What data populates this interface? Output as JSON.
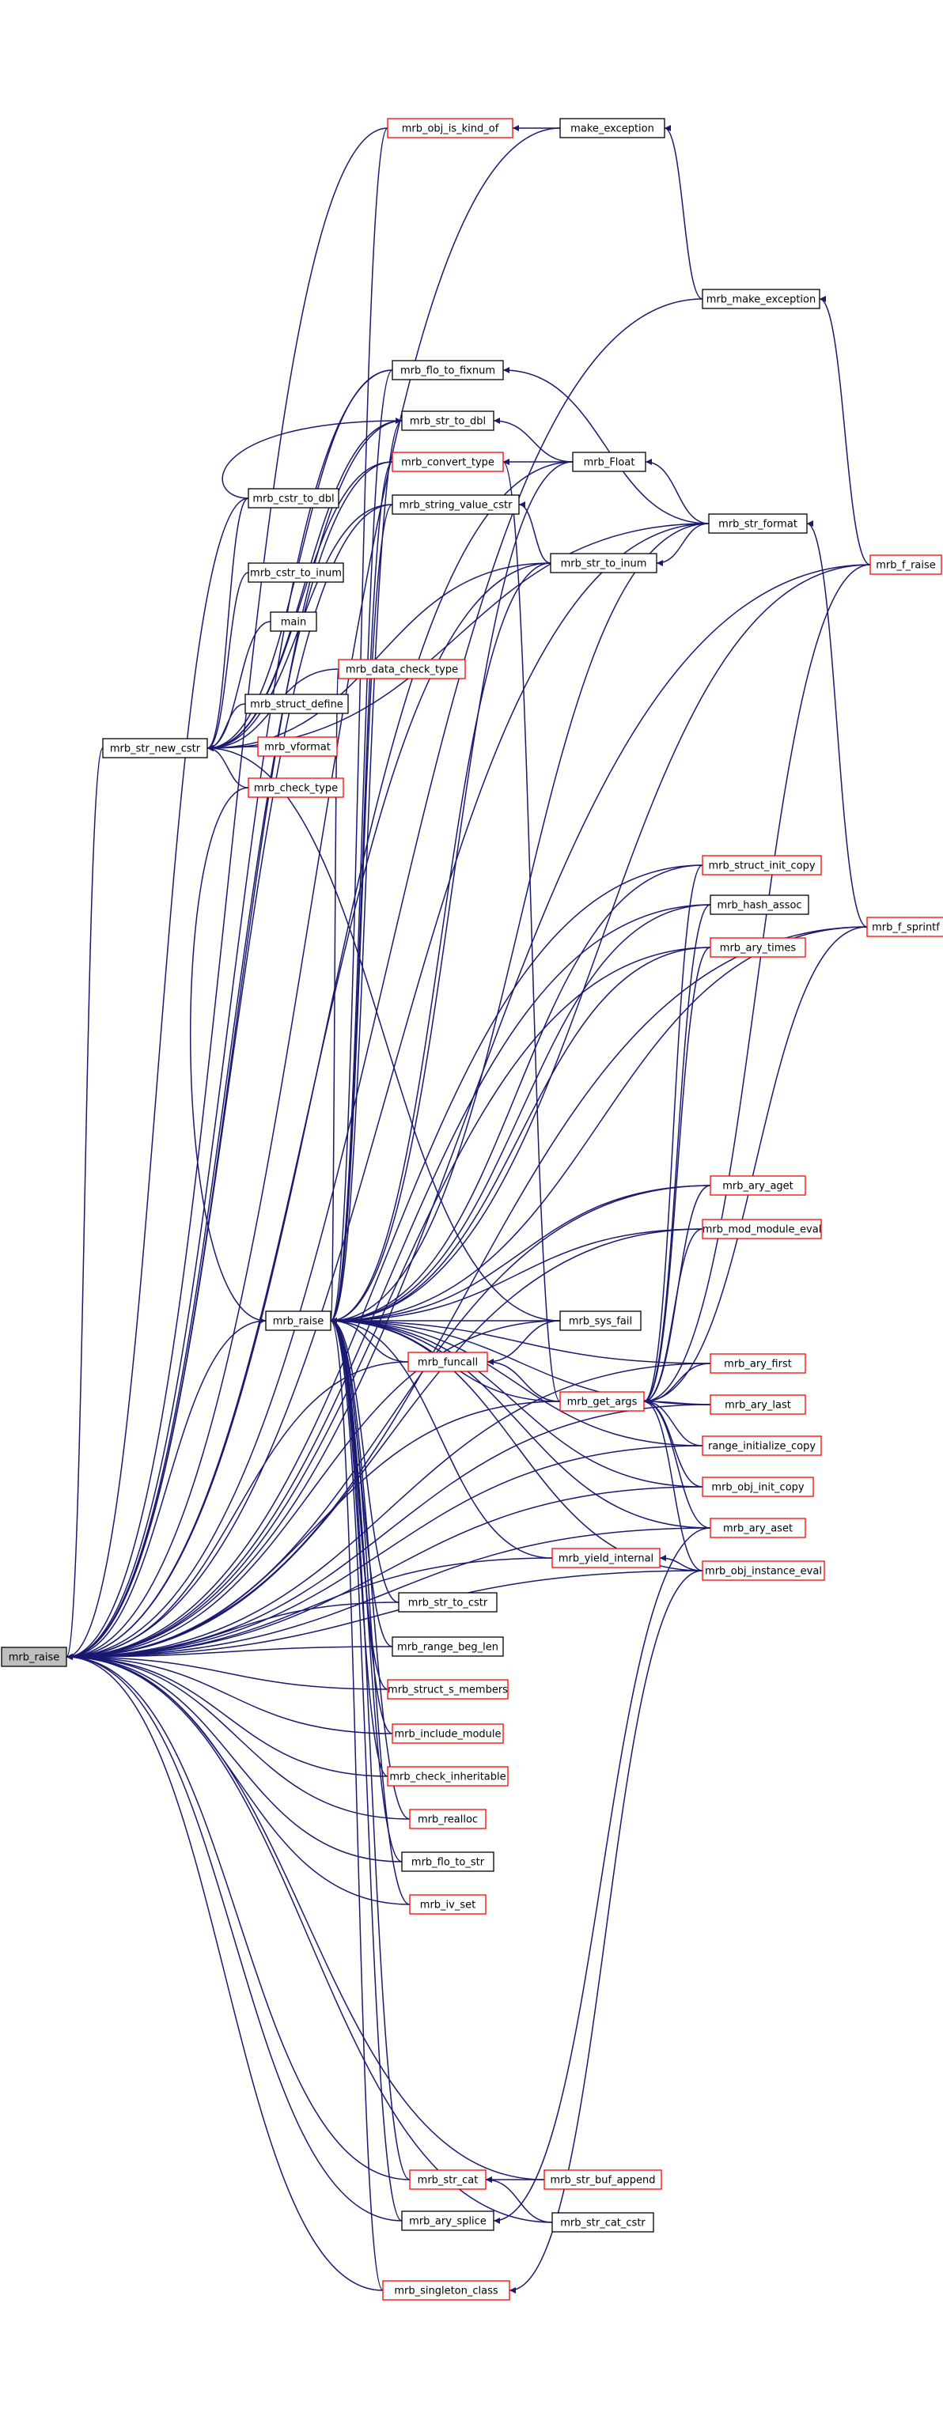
{
  "colors": {
    "edge": "#191970",
    "link_border": "#ff0000",
    "plain_border": "#000000",
    "focus_fill": "#bfbfbf",
    "node_fill": "#ffffff"
  },
  "graph": {
    "focus_node": "mrb_raise",
    "nodes": [
      {
        "id": "mrb_raise",
        "label": "mrb_raise",
        "style": "focus"
      },
      {
        "id": "mrb_str_new_cstr",
        "label": "mrb_str_new_cstr",
        "style": "plain"
      },
      {
        "id": "mrb_raise2",
        "label": "mrb_raise",
        "style": "plain"
      },
      {
        "id": "mrb_obj_is_kind_of",
        "label": "mrb_obj_is_kind_of",
        "style": "link"
      },
      {
        "id": "make_exception",
        "label": "make_exception",
        "style": "plain"
      },
      {
        "id": "mrb_make_exception",
        "label": "mrb_make_exception",
        "style": "plain"
      },
      {
        "id": "mrb_flo_to_fixnum",
        "label": "mrb_flo_to_fixnum",
        "style": "plain"
      },
      {
        "id": "mrb_str_to_dbl",
        "label": "mrb_str_to_dbl",
        "style": "plain"
      },
      {
        "id": "mrb_convert_type",
        "label": "mrb_convert_type",
        "style": "link"
      },
      {
        "id": "mrb_Float",
        "label": "mrb_Float",
        "style": "plain"
      },
      {
        "id": "mrb_cstr_to_dbl",
        "label": "mrb_cstr_to_dbl",
        "style": "plain"
      },
      {
        "id": "mrb_string_value_cstr",
        "label": "mrb_string_value_cstr",
        "style": "plain"
      },
      {
        "id": "mrb_str_to_inum",
        "label": "mrb_str_to_inum",
        "style": "plain"
      },
      {
        "id": "mrb_str_format",
        "label": "mrb_str_format",
        "style": "plain"
      },
      {
        "id": "mrb_f_raise",
        "label": "mrb_f_raise",
        "style": "link"
      },
      {
        "id": "mrb_cstr_to_inum",
        "label": "mrb_cstr_to_inum",
        "style": "plain"
      },
      {
        "id": "main",
        "label": "main",
        "style": "plain"
      },
      {
        "id": "mrb_data_check_type",
        "label": "mrb_data_check_type",
        "style": "link"
      },
      {
        "id": "mrb_struct_define",
        "label": "mrb_struct_define",
        "style": "plain"
      },
      {
        "id": "mrb_vformat",
        "label": "mrb_vformat",
        "style": "link"
      },
      {
        "id": "mrb_check_type",
        "label": "mrb_check_type",
        "style": "link"
      },
      {
        "id": "mrb_struct_init_copy",
        "label": "mrb_struct_init_copy",
        "style": "link"
      },
      {
        "id": "mrb_hash_assoc",
        "label": "mrb_hash_assoc",
        "style": "plain"
      },
      {
        "id": "mrb_ary_times",
        "label": "mrb_ary_times",
        "style": "link"
      },
      {
        "id": "mrb_f_sprintf",
        "label": "mrb_f_sprintf",
        "style": "link"
      },
      {
        "id": "mrb_ary_aget",
        "label": "mrb_ary_aget",
        "style": "link"
      },
      {
        "id": "mrb_sys_fail",
        "label": "mrb_sys_fail",
        "style": "plain"
      },
      {
        "id": "mrb_mod_module_eval",
        "label": "mrb_mod_module_eval",
        "style": "link"
      },
      {
        "id": "mrb_funcall",
        "label": "mrb_funcall",
        "style": "link"
      },
      {
        "id": "mrb_get_args",
        "label": "mrb_get_args",
        "style": "link"
      },
      {
        "id": "mrb_ary_first",
        "label": "mrb_ary_first",
        "style": "link"
      },
      {
        "id": "mrb_ary_last",
        "label": "mrb_ary_last",
        "style": "link"
      },
      {
        "id": "range_initialize_copy",
        "label": "range_initialize_copy",
        "style": "link"
      },
      {
        "id": "mrb_obj_init_copy",
        "label": "mrb_obj_init_copy",
        "style": "link"
      },
      {
        "id": "mrb_ary_aset",
        "label": "mrb_ary_aset",
        "style": "link"
      },
      {
        "id": "mrb_yield_internal",
        "label": "mrb_yield_internal",
        "style": "link"
      },
      {
        "id": "mrb_obj_instance_eval",
        "label": "mrb_obj_instance_eval",
        "style": "link"
      },
      {
        "id": "mrb_str_to_cstr",
        "label": "mrb_str_to_cstr",
        "style": "plain"
      },
      {
        "id": "mrb_range_beg_len",
        "label": "mrb_range_beg_len",
        "style": "plain"
      },
      {
        "id": "mrb_struct_s_members",
        "label": "mrb_struct_s_members",
        "style": "link"
      },
      {
        "id": "mrb_include_module",
        "label": "mrb_include_module",
        "style": "link"
      },
      {
        "id": "mrb_check_inheritable",
        "label": "mrb_check_inheritable",
        "style": "link"
      },
      {
        "id": "mrb_realloc",
        "label": "mrb_realloc",
        "style": "link"
      },
      {
        "id": "mrb_flo_to_str",
        "label": "mrb_flo_to_str",
        "style": "plain"
      },
      {
        "id": "mrb_iv_set",
        "label": "mrb_iv_set",
        "style": "link"
      },
      {
        "id": "mrb_str_cat",
        "label": "mrb_str_cat",
        "style": "link"
      },
      {
        "id": "mrb_str_buf_append",
        "label": "mrb_str_buf_append",
        "style": "link"
      },
      {
        "id": "mrb_str_cat_cstr",
        "label": "mrb_str_cat_cstr",
        "style": "plain"
      },
      {
        "id": "mrb_ary_splice",
        "label": "mrb_ary_splice",
        "style": "plain"
      },
      {
        "id": "mrb_singleton_class",
        "label": "mrb_singleton_class",
        "style": "link"
      }
    ],
    "edges": [
      {
        "from": "mrb_str_new_cstr",
        "to": "mrb_raise"
      },
      {
        "from": "mrb_raise2",
        "to": "mrb_raise"
      },
      {
        "from": "mrb_obj_is_kind_of",
        "to": "mrb_raise"
      },
      {
        "from": "make_exception",
        "to": "mrb_raise"
      },
      {
        "from": "mrb_make_exception",
        "to": "mrb_raise"
      },
      {
        "from": "mrb_flo_to_fixnum",
        "to": "mrb_raise"
      },
      {
        "from": "mrb_str_to_dbl",
        "to": "mrb_raise"
      },
      {
        "from": "mrb_convert_type",
        "to": "mrb_raise"
      },
      {
        "from": "mrb_Float",
        "to": "mrb_raise"
      },
      {
        "from": "mrb_cstr_to_dbl",
        "to": "mrb_raise"
      },
      {
        "from": "mrb_string_value_cstr",
        "to": "mrb_raise"
      },
      {
        "from": "mrb_str_to_inum",
        "to": "mrb_raise"
      },
      {
        "from": "mrb_str_format",
        "to": "mrb_raise"
      },
      {
        "from": "mrb_f_raise",
        "to": "mrb_raise"
      },
      {
        "from": "mrb_f_sprintf",
        "to": "mrb_raise"
      },
      {
        "from": "mrb_struct_init_copy",
        "to": "mrb_raise"
      },
      {
        "from": "mrb_hash_assoc",
        "to": "mrb_raise"
      },
      {
        "from": "mrb_ary_times",
        "to": "mrb_raise"
      },
      {
        "from": "mrb_ary_aget",
        "to": "mrb_raise"
      },
      {
        "from": "mrb_sys_fail",
        "to": "mrb_raise"
      },
      {
        "from": "mrb_mod_module_eval",
        "to": "mrb_raise"
      },
      {
        "from": "mrb_funcall",
        "to": "mrb_raise"
      },
      {
        "from": "mrb_get_args",
        "to": "mrb_raise"
      },
      {
        "from": "mrb_ary_first",
        "to": "mrb_raise"
      },
      {
        "from": "mrb_ary_last",
        "to": "mrb_raise"
      },
      {
        "from": "range_initialize_copy",
        "to": "mrb_raise"
      },
      {
        "from": "mrb_obj_init_copy",
        "to": "mrb_raise"
      },
      {
        "from": "mrb_ary_aset",
        "to": "mrb_raise"
      },
      {
        "from": "mrb_yield_internal",
        "to": "mrb_raise"
      },
      {
        "from": "mrb_obj_instance_eval",
        "to": "mrb_raise"
      },
      {
        "from": "mrb_str_to_cstr",
        "to": "mrb_raise"
      },
      {
        "from": "mrb_range_beg_len",
        "to": "mrb_raise"
      },
      {
        "from": "mrb_struct_s_members",
        "to": "mrb_raise"
      },
      {
        "from": "mrb_include_module",
        "to": "mrb_raise"
      },
      {
        "from": "mrb_check_inheritable",
        "to": "mrb_raise"
      },
      {
        "from": "mrb_realloc",
        "to": "mrb_raise"
      },
      {
        "from": "mrb_flo_to_str",
        "to": "mrb_raise"
      },
      {
        "from": "mrb_iv_set",
        "to": "mrb_raise"
      },
      {
        "from": "mrb_str_cat",
        "to": "mrb_raise"
      },
      {
        "from": "mrb_ary_splice",
        "to": "mrb_raise"
      },
      {
        "from": "mrb_singleton_class",
        "to": "mrb_raise"
      },
      {
        "from": "mrb_str_cat_cstr",
        "to": "mrb_raise"
      },
      {
        "from": "mrb_str_buf_append",
        "to": "mrb_raise"
      },
      {
        "from": "mrb_cstr_to_dbl",
        "to": "mrb_str_new_cstr"
      },
      {
        "from": "mrb_cstr_to_inum",
        "to": "mrb_str_new_cstr"
      },
      {
        "from": "main",
        "to": "mrb_str_new_cstr"
      },
      {
        "from": "mrb_struct_define",
        "to": "mrb_str_new_cstr"
      },
      {
        "from": "mrb_vformat",
        "to": "mrb_str_new_cstr"
      },
      {
        "from": "mrb_check_type",
        "to": "mrb_str_new_cstr"
      },
      {
        "from": "mrb_data_check_type",
        "to": "mrb_str_new_cstr"
      },
      {
        "from": "mrb_str_to_dbl",
        "to": "mrb_str_new_cstr"
      },
      {
        "from": "mrb_convert_type",
        "to": "mrb_str_new_cstr"
      },
      {
        "from": "mrb_flo_to_fixnum",
        "to": "mrb_str_new_cstr"
      },
      {
        "from": "mrb_string_value_cstr",
        "to": "mrb_str_new_cstr"
      },
      {
        "from": "mrb_str_format",
        "to": "mrb_str_new_cstr"
      },
      {
        "from": "mrb_sys_fail",
        "to": "mrb_str_new_cstr"
      },
      {
        "from": "mrb_str_to_inum",
        "to": "mrb_str_new_cstr"
      },
      {
        "from": "mrb_obj_is_kind_of",
        "to": "mrb_raise2"
      },
      {
        "from": "mrb_flo_to_fixnum",
        "to": "mrb_raise2"
      },
      {
        "from": "mrb_str_to_dbl",
        "to": "mrb_raise2"
      },
      {
        "from": "mrb_convert_type",
        "to": "mrb_raise2"
      },
      {
        "from": "mrb_string_value_cstr",
        "to": "mrb_raise2"
      },
      {
        "from": "mrb_data_check_type",
        "to": "mrb_raise2"
      },
      {
        "from": "mrb_check_type",
        "to": "mrb_raise2"
      },
      {
        "from": "mrb_Float",
        "to": "mrb_raise2"
      },
      {
        "from": "mrb_str_to_inum",
        "to": "mrb_raise2"
      },
      {
        "from": "mrb_str_format",
        "to": "mrb_raise2"
      },
      {
        "from": "mrb_f_raise",
        "to": "mrb_raise2"
      },
      {
        "from": "mrb_struct_init_copy",
        "to": "mrb_raise2"
      },
      {
        "from": "mrb_hash_assoc",
        "to": "mrb_raise2"
      },
      {
        "from": "mrb_ary_times",
        "to": "mrb_raise2"
      },
      {
        "from": "mrb_f_sprintf",
        "to": "mrb_raise2"
      },
      {
        "from": "mrb_ary_aget",
        "to": "mrb_raise2"
      },
      {
        "from": "mrb_sys_fail",
        "to": "mrb_raise2"
      },
      {
        "from": "mrb_mod_module_eval",
        "to": "mrb_raise2"
      },
      {
        "from": "mrb_funcall",
        "to": "mrb_raise2"
      },
      {
        "from": "mrb_get_args",
        "to": "mrb_raise2"
      },
      {
        "from": "mrb_ary_first",
        "to": "mrb_raise2"
      },
      {
        "from": "mrb_ary_last",
        "to": "mrb_raise2"
      },
      {
        "from": "range_initialize_copy",
        "to": "mrb_raise2"
      },
      {
        "from": "mrb_obj_init_copy",
        "to": "mrb_raise2"
      },
      {
        "from": "mrb_ary_aset",
        "to": "mrb_raise2"
      },
      {
        "from": "mrb_yield_internal",
        "to": "mrb_raise2"
      },
      {
        "from": "mrb_obj_instance_eval",
        "to": "mrb_raise2"
      },
      {
        "from": "mrb_str_to_cstr",
        "to": "mrb_raise2"
      },
      {
        "from": "mrb_range_beg_len",
        "to": "mrb_raise2"
      },
      {
        "from": "mrb_struct_s_members",
        "to": "mrb_raise2"
      },
      {
        "from": "mrb_include_module",
        "to": "mrb_raise2"
      },
      {
        "from": "mrb_check_inheritable",
        "to": "mrb_raise2"
      },
      {
        "from": "mrb_realloc",
        "to": "mrb_raise2"
      },
      {
        "from": "mrb_flo_to_str",
        "to": "mrb_raise2"
      },
      {
        "from": "mrb_iv_set",
        "to": "mrb_raise2"
      },
      {
        "from": "mrb_str_cat",
        "to": "mrb_raise2"
      },
      {
        "from": "mrb_ary_splice",
        "to": "mrb_raise2"
      },
      {
        "from": "mrb_singleton_class",
        "to": "mrb_raise2"
      },
      {
        "from": "make_exception",
        "to": "mrb_obj_is_kind_of"
      },
      {
        "from": "mrb_make_exception",
        "to": "make_exception"
      },
      {
        "from": "mrb_f_raise",
        "to": "mrb_make_exception"
      },
      {
        "from": "mrb_str_format",
        "to": "mrb_flo_to_fixnum"
      },
      {
        "from": "mrb_Float",
        "to": "mrb_str_to_dbl"
      },
      {
        "from": "mrb_cstr_to_dbl",
        "to": "mrb_str_to_dbl"
      },
      {
        "from": "mrb_Float",
        "to": "mrb_convert_type"
      },
      {
        "from": "mrb_get_args",
        "to": "mrb_convert_type"
      },
      {
        "from": "mrb_str_format",
        "to": "mrb_Float"
      },
      {
        "from": "mrb_str_to_inum",
        "to": "mrb_string_value_cstr"
      },
      {
        "from": "mrb_str_format",
        "to": "mrb_str_to_inum"
      },
      {
        "from": "mrb_f_sprintf",
        "to": "mrb_str_format"
      },
      {
        "from": "mrb_sys_fail",
        "to": "mrb_funcall"
      },
      {
        "from": "mrb_get_args",
        "to": "mrb_funcall"
      },
      {
        "from": "mrb_struct_init_copy",
        "to": "mrb_get_args"
      },
      {
        "from": "mrb_hash_assoc",
        "to": "mrb_get_args"
      },
      {
        "from": "mrb_ary_times",
        "to": "mrb_get_args"
      },
      {
        "from": "mrb_ary_aget",
        "to": "mrb_get_args"
      },
      {
        "from": "mrb_mod_module_eval",
        "to": "mrb_get_args"
      },
      {
        "from": "mrb_ary_first",
        "to": "mrb_get_args"
      },
      {
        "from": "mrb_ary_last",
        "to": "mrb_get_args"
      },
      {
        "from": "range_initialize_copy",
        "to": "mrb_get_args"
      },
      {
        "from": "mrb_obj_init_copy",
        "to": "mrb_get_args"
      },
      {
        "from": "mrb_ary_aset",
        "to": "mrb_get_args"
      },
      {
        "from": "mrb_obj_instance_eval",
        "to": "mrb_get_args"
      },
      {
        "from": "mrb_f_raise",
        "to": "mrb_get_args"
      },
      {
        "from": "mrb_f_sprintf",
        "to": "mrb_get_args"
      },
      {
        "from": "mrb_obj_instance_eval",
        "to": "mrb_yield_internal"
      },
      {
        "from": "mrb_str_buf_append",
        "to": "mrb_str_cat"
      },
      {
        "from": "mrb_str_cat_cstr",
        "to": "mrb_str_cat"
      },
      {
        "from": "mrb_ary_aset",
        "to": "mrb_ary_splice"
      },
      {
        "from": "mrb_obj_instance_eval",
        "to": "mrb_singleton_class"
      }
    ]
  }
}
